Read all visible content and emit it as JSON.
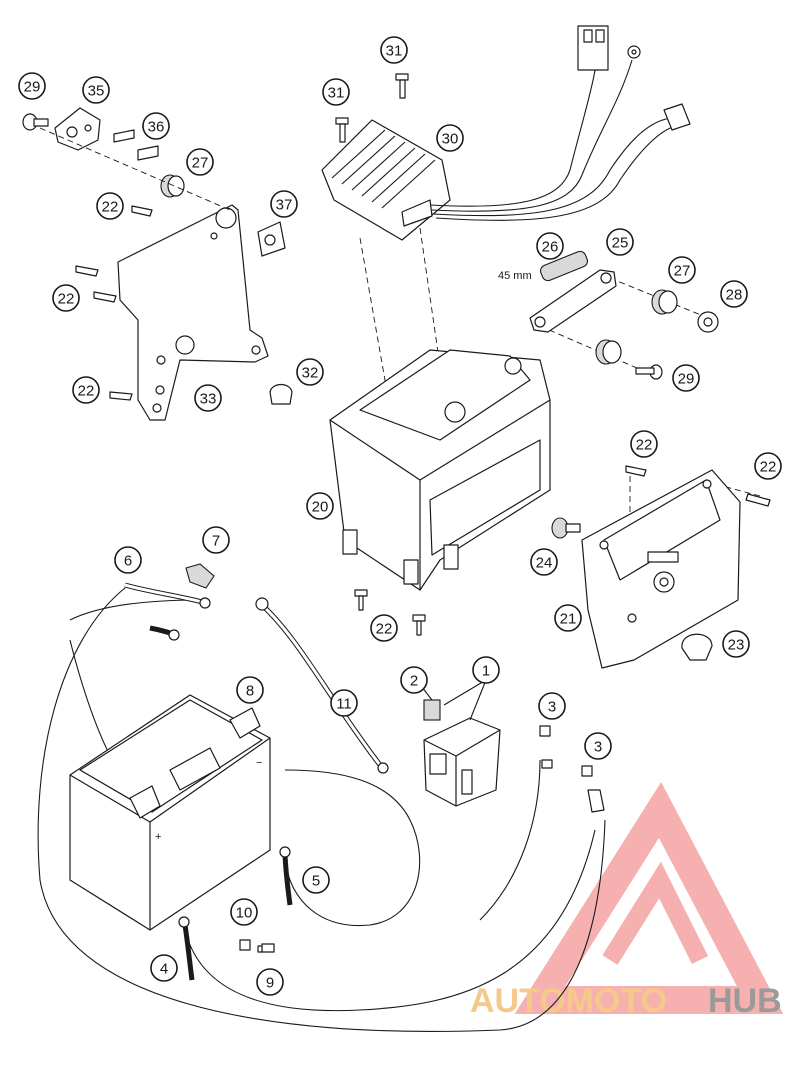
{
  "diagram": {
    "callouts": [
      {
        "id": "c1",
        "label": "1"
      },
      {
        "id": "c2",
        "label": "2"
      },
      {
        "id": "c3a",
        "label": "3"
      },
      {
        "id": "c3b",
        "label": "3"
      },
      {
        "id": "c4",
        "label": "4"
      },
      {
        "id": "c5",
        "label": "5"
      },
      {
        "id": "c6",
        "label": "6"
      },
      {
        "id": "c7",
        "label": "7"
      },
      {
        "id": "c8",
        "label": "8"
      },
      {
        "id": "c9",
        "label": "9"
      },
      {
        "id": "c10",
        "label": "10"
      },
      {
        "id": "c11",
        "label": "11"
      },
      {
        "id": "c20",
        "label": "20"
      },
      {
        "id": "c21",
        "label": "21"
      },
      {
        "id": "c22a",
        "label": "22"
      },
      {
        "id": "c22b",
        "label": "22"
      },
      {
        "id": "c22c",
        "label": "22"
      },
      {
        "id": "c22d",
        "label": "22"
      },
      {
        "id": "c22e",
        "label": "22"
      },
      {
        "id": "c22f",
        "label": "22"
      },
      {
        "id": "c23",
        "label": "23"
      },
      {
        "id": "c24",
        "label": "24"
      },
      {
        "id": "c25",
        "label": "25"
      },
      {
        "id": "c26",
        "label": "26"
      },
      {
        "id": "c27a",
        "label": "27"
      },
      {
        "id": "c27b",
        "label": "27"
      },
      {
        "id": "c28",
        "label": "28"
      },
      {
        "id": "c29a",
        "label": "29"
      },
      {
        "id": "c29b",
        "label": "29"
      },
      {
        "id": "c30",
        "label": "30"
      },
      {
        "id": "c31a",
        "label": "31"
      },
      {
        "id": "c31b",
        "label": "31"
      },
      {
        "id": "c32",
        "label": "32"
      },
      {
        "id": "c33",
        "label": "33"
      },
      {
        "id": "c35",
        "label": "35"
      },
      {
        "id": "c36",
        "label": "36"
      },
      {
        "id": "c37",
        "label": "37"
      }
    ],
    "dimension_label": "45 mm",
    "battery_plus": "+",
    "battery_minus": "−"
  },
  "watermark": {
    "part1": "AUTOMOTO",
    "part2": "HUB",
    "color_primary": "#f08080",
    "color_secondary": "#9a9a9a"
  }
}
